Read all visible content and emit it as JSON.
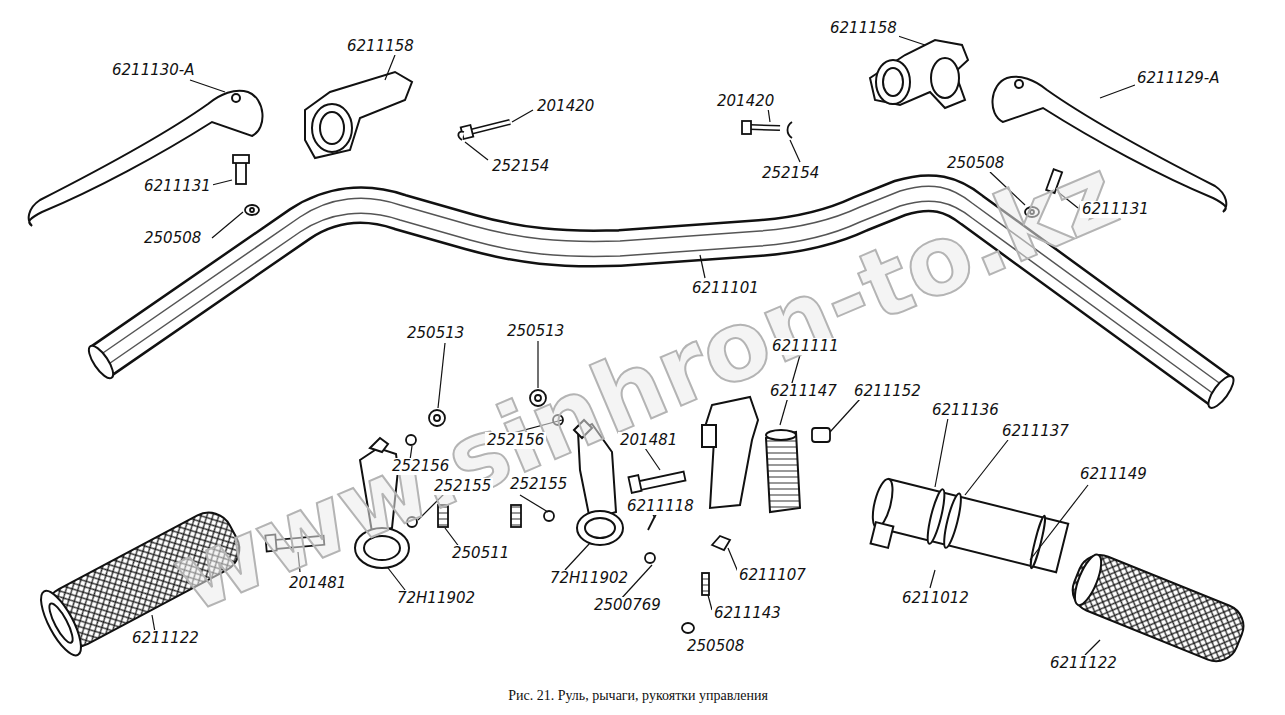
{
  "diagram": {
    "caption": "Рис. 21. Руль, рычаги, рукоятки управления",
    "labels": [
      "6211130-А",
      "6211158",
      "201420",
      "252154",
      "201420",
      "6211158",
      "252154",
      "6211129-А",
      "6211131",
      "250508",
      "250508",
      "6211131",
      "6211101",
      "250513",
      "250513",
      "6211111",
      "6211152",
      "6211147",
      "6211136",
      "6211137",
      "6211149",
      "252156",
      "252156",
      "201481",
      "252155",
      "252155",
      "6211118",
      "201481",
      "250511",
      "72Н11902",
      "72Н11902",
      "2500769",
      "6211107",
      "6211143",
      "250508",
      "6211012",
      "6211122",
      "6211122",
      "www.sinhron-to.kz"
    ]
  }
}
